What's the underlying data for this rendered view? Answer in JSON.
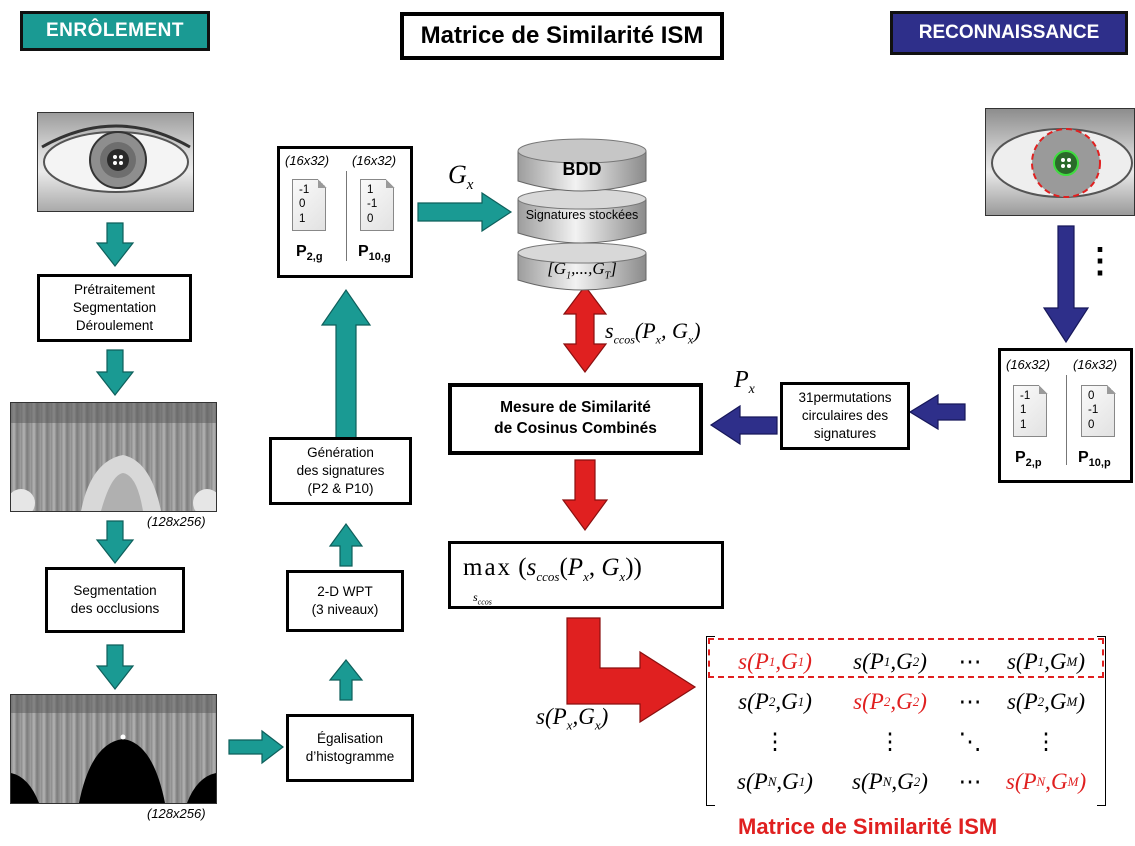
{
  "headers": {
    "enrolement": "ENRÔLEMENT",
    "center_title": "Matrice de Similarité ISM",
    "reconnaissance": "RECONNAISSANCE"
  },
  "enrolement_steps": {
    "preprocess": [
      "Prétraitement",
      "Segmentation",
      "Déroulement"
    ],
    "size_1": "(128x256)",
    "occlusion": [
      "Segmentation",
      "des occlusions"
    ],
    "size_2": "(128x256)",
    "egalisation": [
      "Égalisation",
      "d’histogramme"
    ],
    "wpt": [
      "2-D WPT",
      "(3 niveaux)"
    ],
    "generation": [
      "Génération",
      "des signatures",
      "(P2 & P10)"
    ]
  },
  "gallery_signature": {
    "size_left": "(16x32)",
    "size_right": "(16x32)",
    "values_left": [
      "-1",
      "0",
      "1"
    ],
    "values_right": [
      "1",
      "-1",
      "0"
    ],
    "label_left": "P",
    "label_left_sub": "2,g",
    "label_right": "P",
    "label_right_sub": "10,g"
  },
  "database": {
    "top": "BDD",
    "middle": "Signatures stockées",
    "bottom": "[G1,...,GT]",
    "gx_label": "Gx"
  },
  "similarity": {
    "scos_label": "sccos(Px,Gx)",
    "measure": [
      "Mesure de Similarité",
      "de Cosinus Combinés"
    ],
    "max_expr": "max (sccos(Px, Gx))",
    "max_sub": "sccos",
    "spx_label": "s(Px,Gx)"
  },
  "probe": {
    "px_label": "Px",
    "permutations": [
      "31permutations",
      "circulaires des",
      "signatures"
    ],
    "size_left": "(16x32)",
    "size_right": "(16x32)",
    "values_left": [
      "-1",
      "1",
      "1"
    ],
    "values_right": [
      "0",
      "-1",
      "0"
    ],
    "label_left": "P",
    "label_left_sub": "2,p",
    "label_right": "P",
    "label_right_sub": "10,p",
    "dots": "⋮"
  },
  "matrix": {
    "rows": [
      [
        "s(P1,G1)",
        "s(P1,G2)",
        "⋯",
        "s(P1,GM)"
      ],
      [
        "s(P2,G1)",
        "s(P2,G2)",
        "⋯",
        "s(P2,GM)"
      ],
      [
        "⋮",
        "⋮",
        "⋱",
        "⋮"
      ],
      [
        "s(PN,G1)",
        "s(PN,G2)",
        "⋯",
        "s(PN,GM)"
      ]
    ],
    "caption": "Matrice de Similarité ISM"
  },
  "colors": {
    "teal": "#1a9a93",
    "navy": "#2e2f8a",
    "red": "#e02020"
  }
}
